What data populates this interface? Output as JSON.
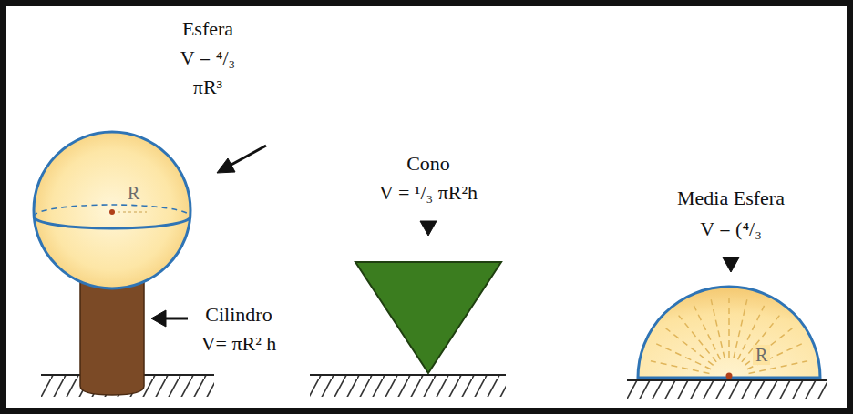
{
  "diagram": {
    "nodes": [
      {
        "text": [
          "R"
        ]
      },
      {
        "text": [
          "R"
        ]
      }
    ],
    "labels": [
      "Esfera",
      "V = ⁴/₃ πR³",
      "Cilindro",
      "V= πR² h",
      "Cono",
      "V = ¹/₃ πR²h",
      "Media Esfera",
      "V = (⁴/₃"
    ]
  }
}
